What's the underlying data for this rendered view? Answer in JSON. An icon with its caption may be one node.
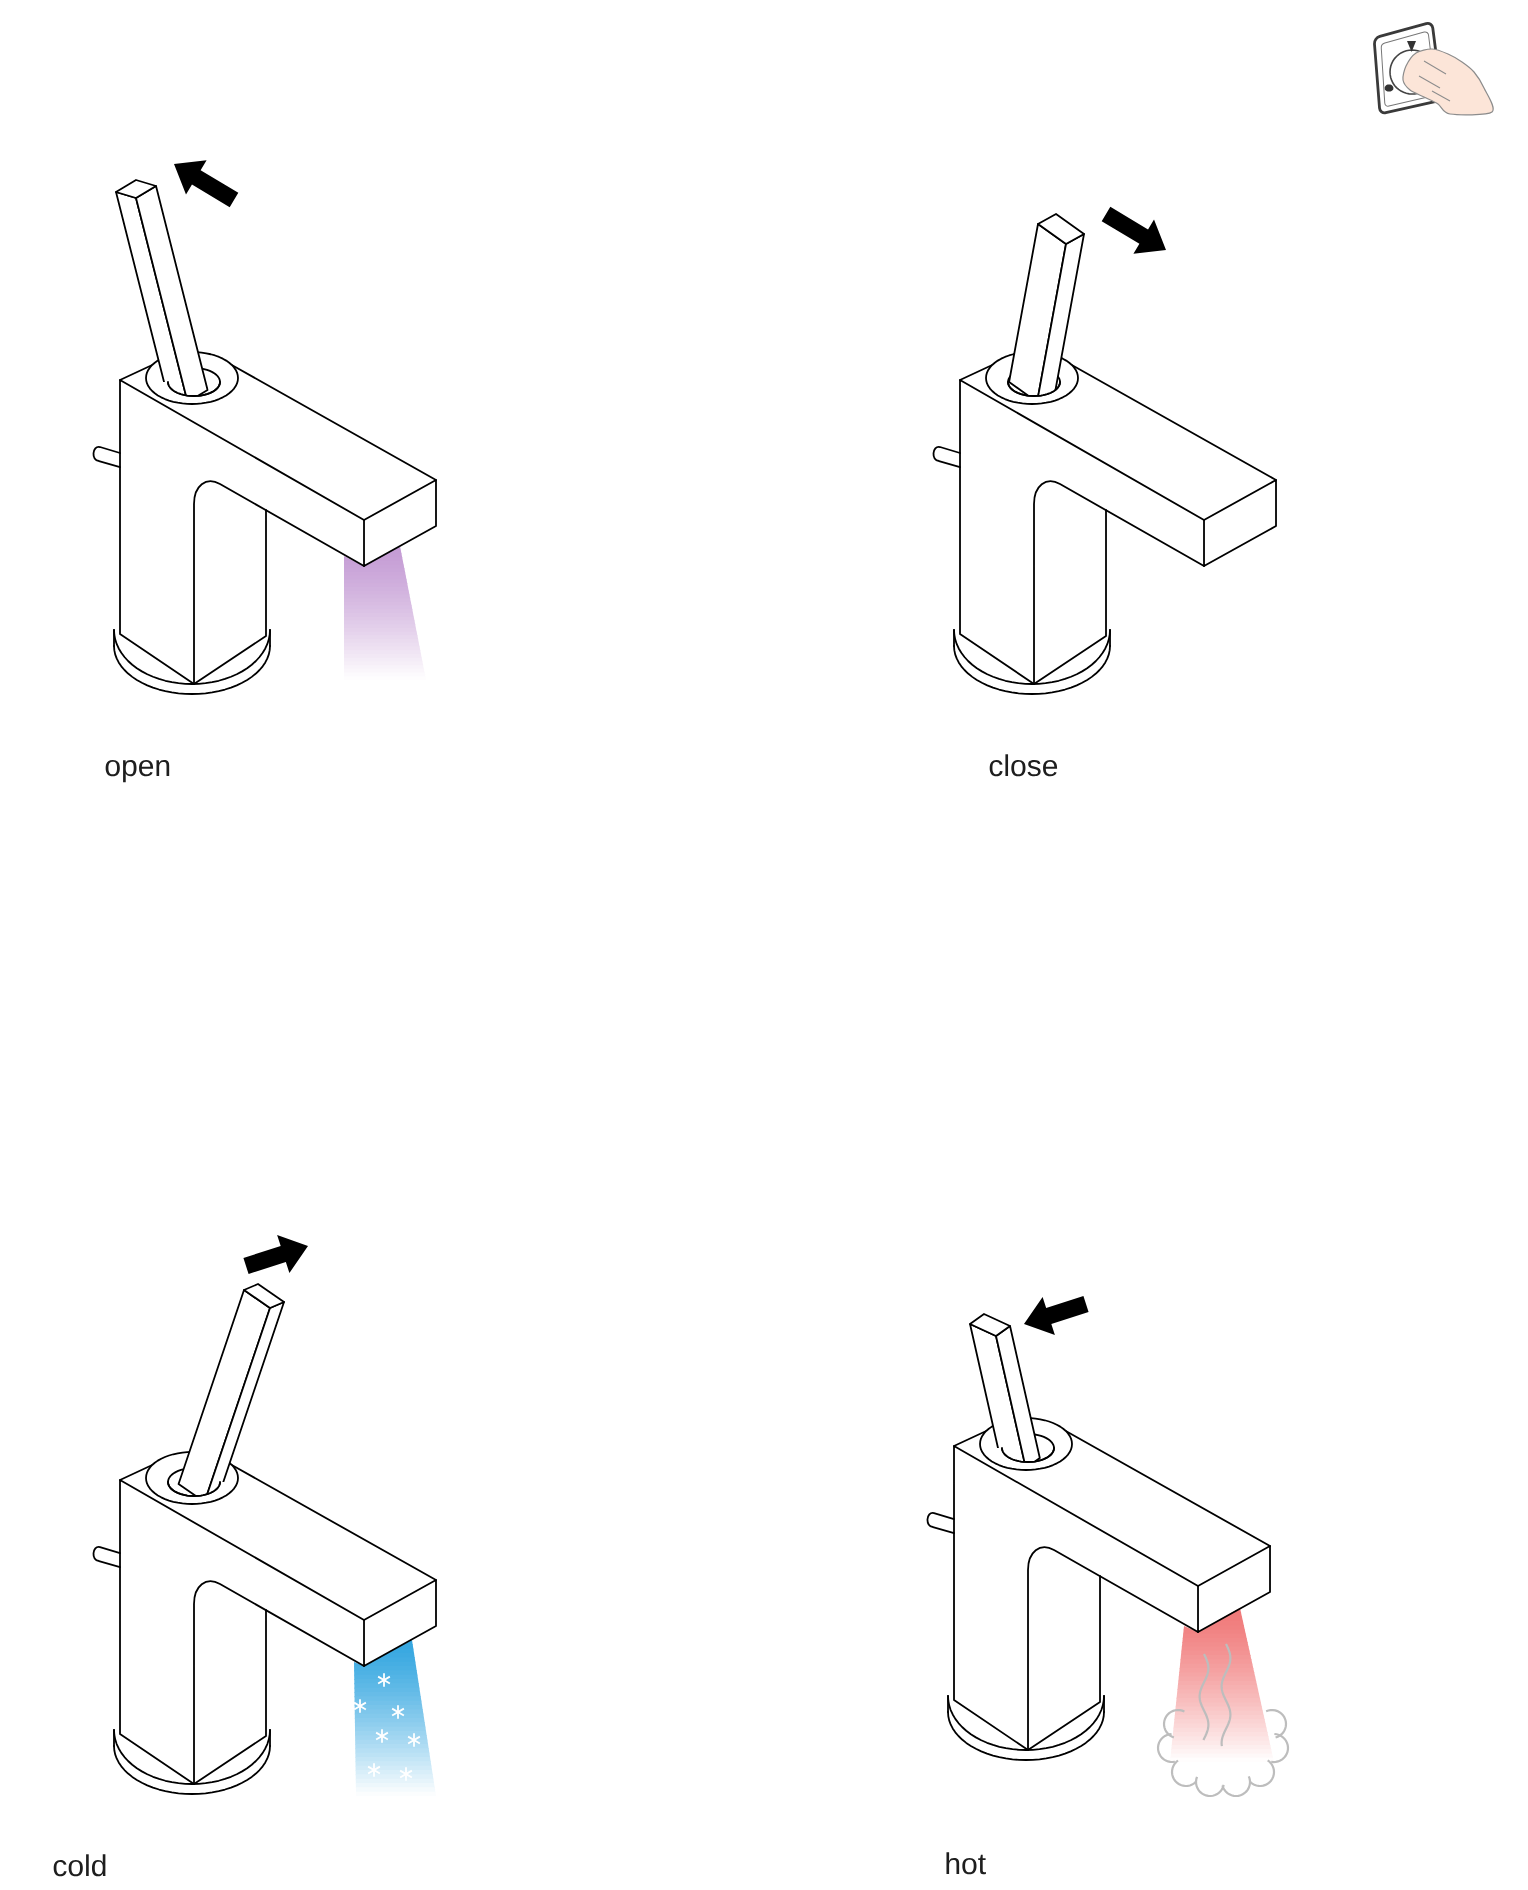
{
  "diagram": {
    "labels": [
      "open",
      "close",
      "cold",
      "hot"
    ]
  }
}
